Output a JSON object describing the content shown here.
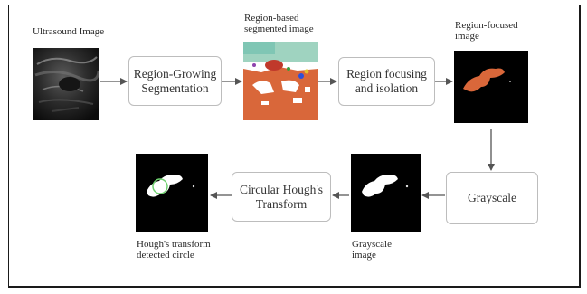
{
  "images": {
    "ultrasound": "Ultrasound Image",
    "segmented": "Region-based\nsegmented image",
    "focused": "Region-focused\nimage",
    "grayscale": "Grayscale\nimage",
    "hough": "Hough's transform\ndetected circle"
  },
  "steps": {
    "region_growing": "Region-Growing\nSegmentation",
    "region_focusing": "Region focusing\nand isolation",
    "grayscale": "Grayscale",
    "circular_hough": "Circular Hough's\nTransform"
  },
  "colors": {
    "arrow": "#555555",
    "box_border": "#bdbdbd",
    "segment_orange": "#d9673a",
    "segment_teal": "#9fd3c0",
    "detected_circle": "#6fd06f"
  }
}
